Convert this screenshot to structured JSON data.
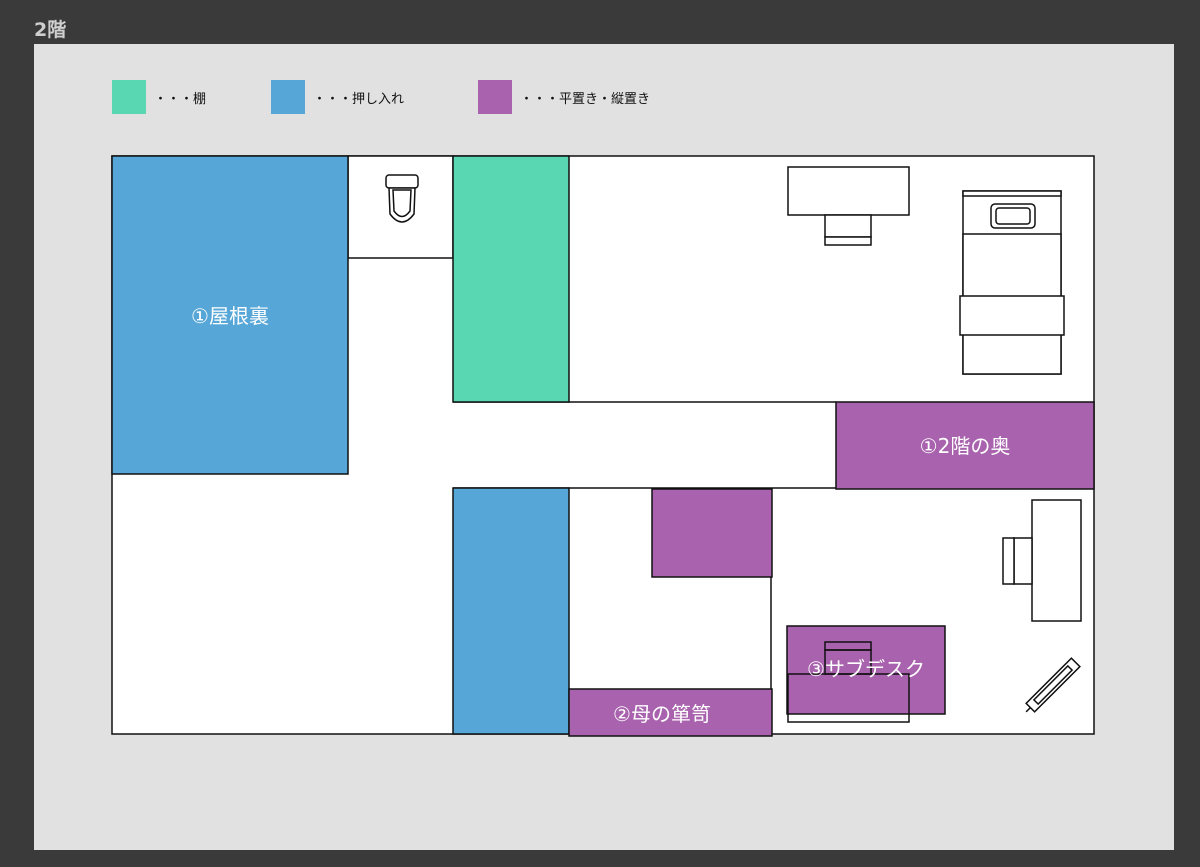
{
  "title": "2階",
  "colors": {
    "shelf": "#59d6b2",
    "closet": "#56a6d7",
    "storage": "#a963ae",
    "wall": "#111111",
    "floor": "#ffffff"
  },
  "legend": [
    {
      "label": "・・・棚",
      "color": "#59d6b2"
    },
    {
      "label": "・・・押し入れ",
      "color": "#56a6d7"
    },
    {
      "label": "・・・平置き・縦置き",
      "color": "#a963ae"
    }
  ],
  "areas": {
    "attic": "①屋根裏",
    "upstairs_back": "①2階の奥",
    "mother_chest": "②母の箪笥",
    "sub_desk": "③サブデスク"
  },
  "icons": {
    "toilet": "toilet-icon",
    "bed": "bed-icon",
    "desk_top": "desk-icon",
    "desk_right": "desk-icon",
    "guitar": "guitar-icon"
  }
}
